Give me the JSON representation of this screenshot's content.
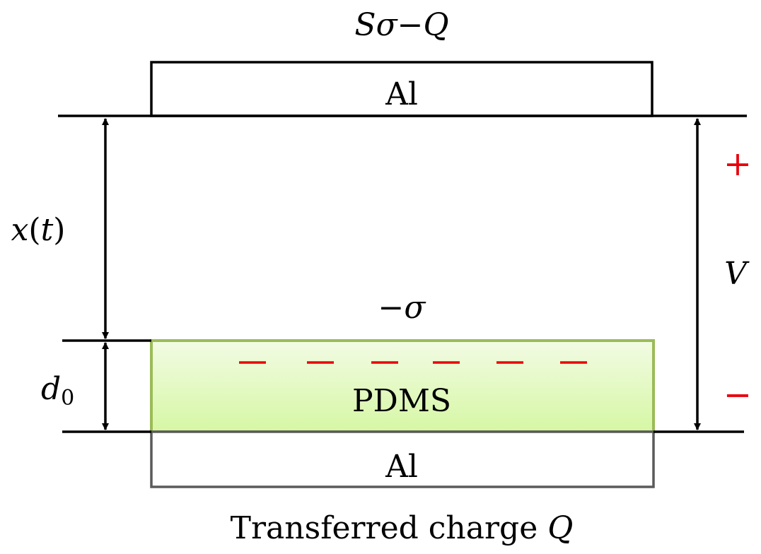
{
  "labels": {
    "top_charge_S": "S",
    "top_charge_sigma": "σ",
    "top_charge_minus": "−",
    "top_charge_Q": "Q",
    "top_electrode": "Al",
    "gap_x": "x",
    "gap_t_open": "(",
    "gap_t": "t",
    "gap_t_close": ")",
    "surface_minus": "−",
    "surface_sigma": "σ",
    "dielectric": "PDMS",
    "thickness_d": "d",
    "thickness_sub": "0",
    "bottom_electrode": "Al",
    "voltage": "V",
    "plus_sign": "+",
    "minus_sign": "−",
    "caption_text": "Transferred charge ",
    "caption_Q": "Q"
  },
  "colors": {
    "charge_red": "#e8000b",
    "pdms_border": "#9bbb59",
    "pdms_top": "#f2fbe4",
    "pdms_bottom": "#d6f7a4",
    "bottom_electrode_border": "#5a5a5a"
  }
}
